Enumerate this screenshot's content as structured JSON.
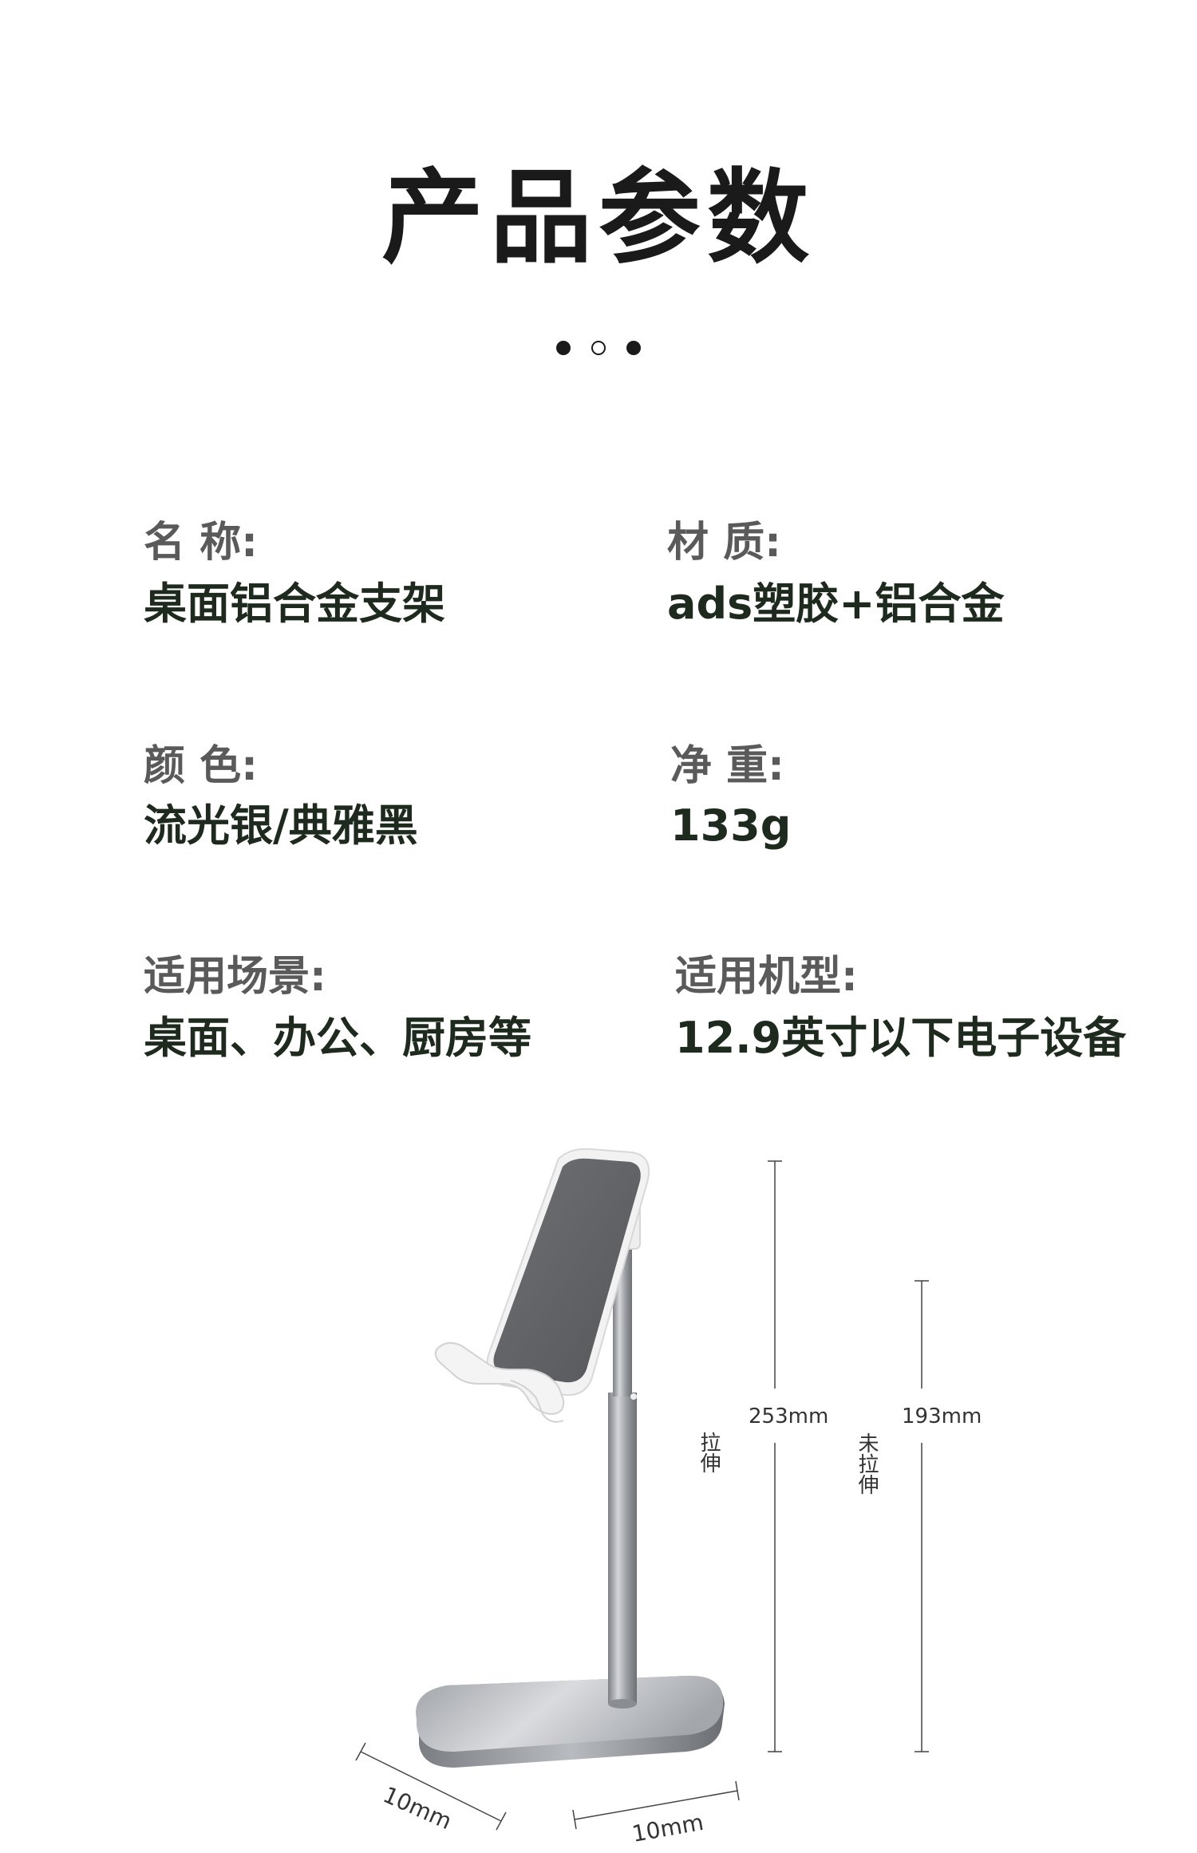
{
  "page": {
    "title": "产品参数"
  },
  "specs": [
    {
      "label": "名 称:",
      "value": "桌面铝合金支架"
    },
    {
      "label": "材 质:",
      "value": "ads塑胶+铝合金"
    },
    {
      "label": "颜 色:",
      "value": "流光银/典雅黑"
    },
    {
      "label": "净 重:",
      "value": "133g"
    },
    {
      "label": "适用场景:",
      "value": "桌面、办公、厨房等"
    },
    {
      "label": "适用机型:",
      "value": "12.9英寸以下电子设备"
    }
  ],
  "diagram": {
    "extended_label": "拉伸",
    "extended_height": "253mm",
    "unextended_label": "未拉伸",
    "unextended_height": "193mm",
    "base_depth": "10mm",
    "base_width": "10mm"
  },
  "colors": {
    "title": "#1a1a1a",
    "label": "#5a5a5a",
    "value": "#1d2a1d"
  }
}
